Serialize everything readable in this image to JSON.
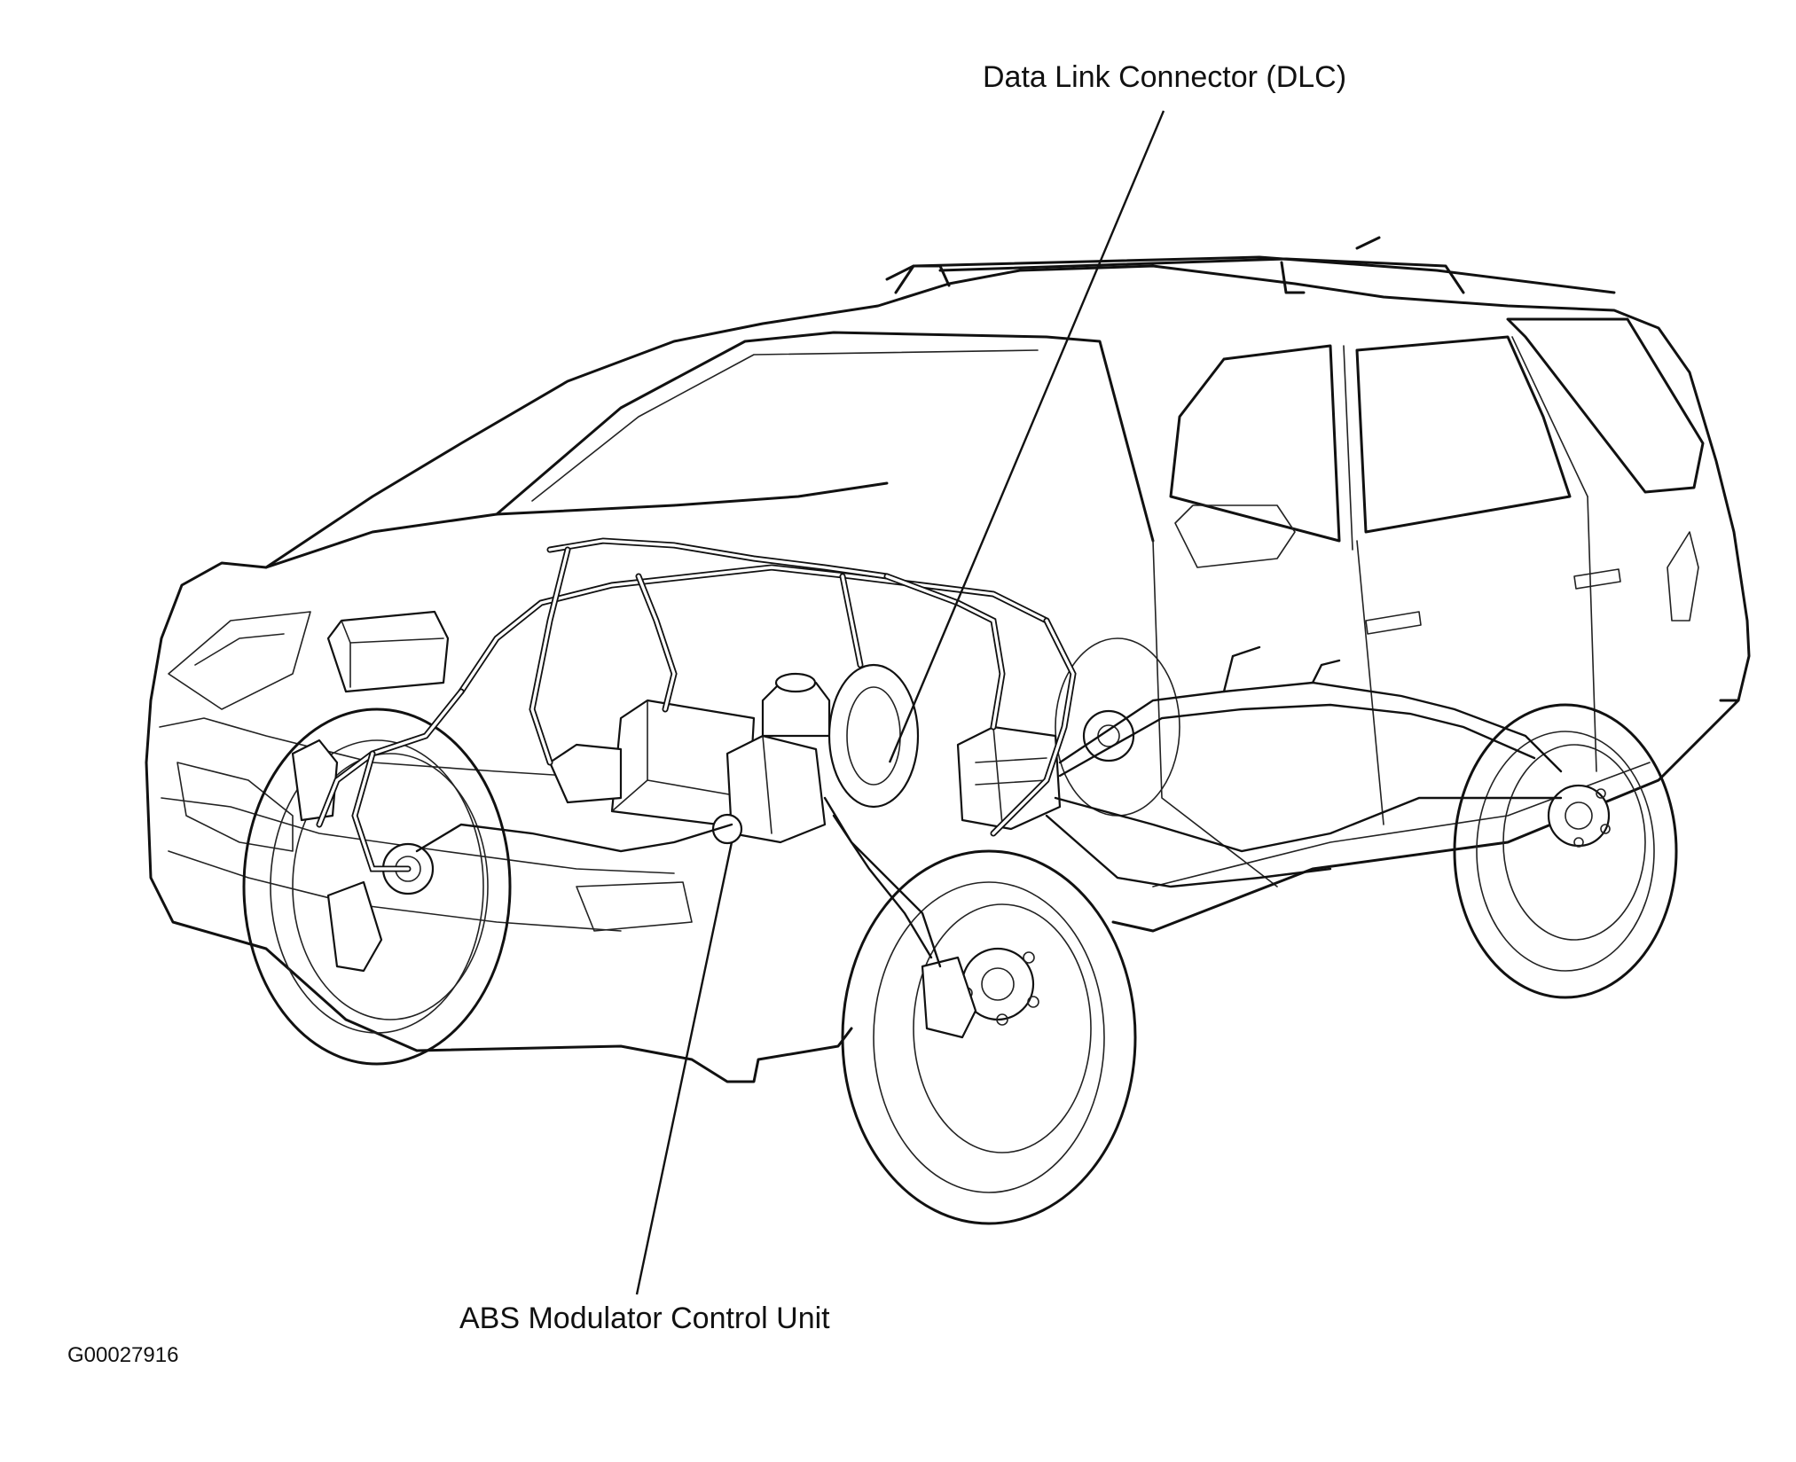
{
  "callouts": {
    "dlc": "Data Link Connector (DLC)",
    "abs": "ABS Modulator Control Unit"
  },
  "figure_id": "G00027916"
}
